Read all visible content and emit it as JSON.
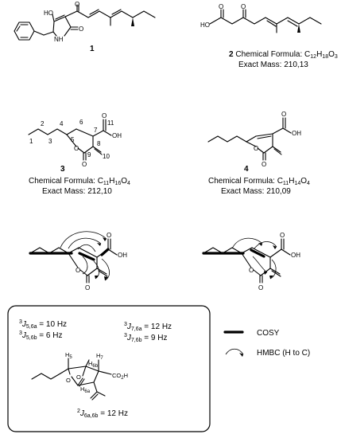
{
  "compounds": {
    "c1": {
      "number": "1",
      "labels": {
        "ho": "HO",
        "o": "O",
        "nh": "NH",
        "o2": "O"
      }
    },
    "c2": {
      "number": "2",
      "labels": {
        "ho": "HO",
        "o1": "O",
        "o2": "O"
      },
      "formula": {
        "prefix": "Chemical Formula: C",
        "c": "12",
        "h_pre": "H",
        "h": "18",
        "o_pre": "O",
        "o": "3"
      },
      "mass": "Exact Mass: 210,13"
    },
    "c3": {
      "number": "3",
      "labels": {
        "oh": "OH",
        "o_carb": "O",
        "o_ring": "O",
        "o_lac": "O",
        "n1": "1",
        "n2": "2",
        "n3": "3",
        "n4": "4",
        "n5": "5",
        "n6": "6",
        "n7": "7",
        "n8": "8",
        "n9": "9",
        "n10": "10",
        "n11": "11"
      },
      "formula": {
        "prefix": "Chemical Formula: C",
        "c": "11",
        "h_pre": "H",
        "h": "16",
        "o_pre": "O",
        "o": "4"
      },
      "mass": "Exact Mass: 212,10"
    },
    "c4": {
      "number": "4",
      "labels": {
        "oh": "OH",
        "o_carb": "O",
        "o_ring": "O",
        "o_lac": "O"
      },
      "formula": {
        "prefix": "Chemical Formula: C",
        "c": "11",
        "h_pre": "H",
        "h": "14",
        "o_pre": "O",
        "o": "4"
      },
      "mass": "Exact Mass: 210,09"
    }
  },
  "correlations": {
    "left": {
      "oh": "OH",
      "o_carb": "O",
      "o_ring": "O",
      "o_lac": "O"
    },
    "right": {
      "oh": "OH",
      "o_carb": "O",
      "o_ring": "O",
      "o_lac": "O"
    }
  },
  "legend": {
    "cosy": "COSY",
    "hmbc": "HMBC (H to C)"
  },
  "couplings": {
    "j56a": {
      "sup": "3",
      "j": "J",
      "sub": "5,6a",
      "val": " = 10 Hz"
    },
    "j56b": {
      "sup": "3",
      "j": "J",
      "sub": "5,6b",
      "val": " = 6 Hz"
    },
    "j76a": {
      "sup": "3",
      "j": "J",
      "sub": "7,6a",
      "val": " = 12 Hz"
    },
    "j76b": {
      "sup": "3",
      "j": "J",
      "sub": "7,6b",
      "val": " = 9 Hz"
    },
    "j6a6b": {
      "sup": "2",
      "j": "J",
      "sub": "6a,6b",
      "val": " = 12 Hz"
    },
    "h5": {
      "h": "H",
      "n": "5"
    },
    "h7": {
      "h": "H",
      "n": "7"
    },
    "h6b": {
      "h": "H",
      "n": "6b"
    },
    "h6a": {
      "h": "H",
      "n": "6a"
    },
    "o1": "O",
    "o2": "O",
    "co2h": {
      "a": "CO",
      "n": "2",
      "b": "H"
    }
  }
}
